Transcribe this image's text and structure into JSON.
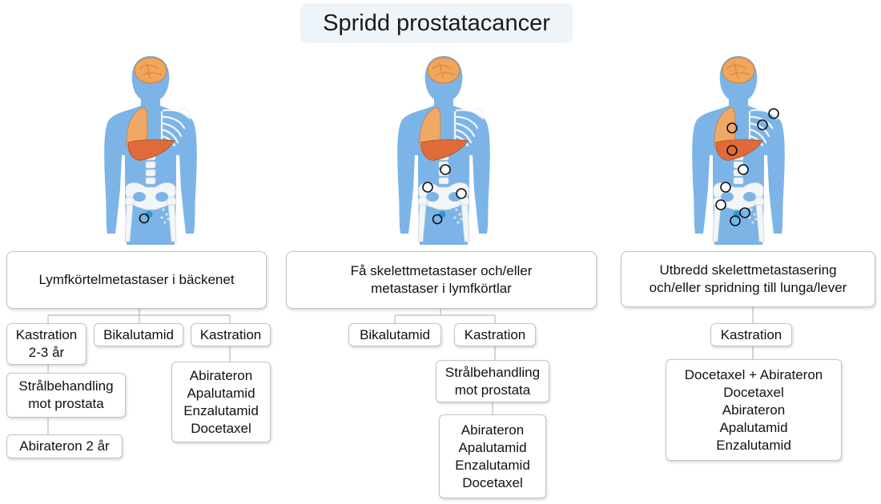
{
  "title": "Spridd prostatacancer",
  "colors": {
    "body": "#7cb4e8",
    "brain": "#f2a65c",
    "lung": "#f0a867",
    "liver": "#e06b3a",
    "bone": "#f3f6f8",
    "node": "#2a9bd6",
    "box_border": "#bcc6cc",
    "title_bg": "#eef5fa"
  },
  "columns": [
    {
      "header": [
        "Lymfkörtelmetastaser i bäckenet"
      ],
      "boxes": [
        {
          "id": "c1-kastration-2-3",
          "lines": [
            "Kastration",
            "2-3 år"
          ]
        },
        {
          "id": "c1-bikalutamid",
          "lines": [
            "Bikalutamid"
          ]
        },
        {
          "id": "c1-kastration",
          "lines": [
            "Kastration"
          ]
        },
        {
          "id": "c1-stralbehandling",
          "lines": [
            "Strålbehandling",
            "mot prostata"
          ]
        },
        {
          "id": "c1-abirateron-2",
          "lines": [
            "Abirateron 2 år"
          ]
        },
        {
          "id": "c1-drugs",
          "lines": [
            "Abirateron",
            "Apalutamid",
            "Enzalutamid",
            "Docetaxel"
          ]
        }
      ]
    },
    {
      "header": [
        "Få skelettmetastaser och/eller",
        "metastaser i lymfkörtlar"
      ],
      "boxes": [
        {
          "id": "c2-bikalutamid",
          "lines": [
            "Bikalutamid"
          ]
        },
        {
          "id": "c2-kastration",
          "lines": [
            "Kastration"
          ]
        },
        {
          "id": "c2-stralbehandling",
          "lines": [
            "Strålbehandling",
            "mot prostata"
          ]
        },
        {
          "id": "c2-drugs",
          "lines": [
            "Abirateron",
            "Apalutamid",
            "Enzalutamid",
            "Docetaxel"
          ]
        }
      ]
    },
    {
      "header": [
        "Utbredd skelettmetastasering",
        "och/eller spridning till lunga/lever"
      ],
      "boxes": [
        {
          "id": "c3-kastration",
          "lines": [
            "Kastration"
          ]
        },
        {
          "id": "c3-drugs",
          "lines": [
            "Docetaxel + Abirateron",
            "Docetaxel",
            "Abirateron",
            "Apalutamid",
            "Enzalutamid"
          ]
        }
      ]
    }
  ]
}
